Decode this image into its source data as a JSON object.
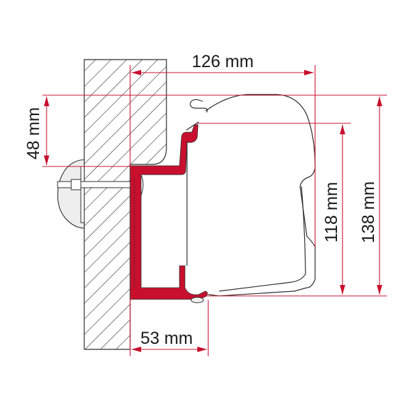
{
  "diagram": {
    "subject": "Awning adapter bracket cross-section mounted on wall",
    "colors": {
      "dimension_line": "#c8102e",
      "bracket_fill": "#c8102e",
      "outline": "#2b2b2b",
      "wall_hatch": "#2b2b2b",
      "background": "#ffffff",
      "bolt_fill": "#eeeeee"
    },
    "dimensions": {
      "top_width": {
        "label": "126 mm",
        "orientation": "horizontal"
      },
      "left_height": {
        "label": "48 mm",
        "orientation": "vertical"
      },
      "bottom_width": {
        "label": "53 mm",
        "orientation": "horizontal"
      },
      "awning_height": {
        "label": "118 mm",
        "orientation": "vertical"
      },
      "total_height": {
        "label": "138 mm",
        "orientation": "vertical"
      }
    },
    "parts": [
      {
        "name": "wall",
        "pattern": "diagonal-hatch"
      },
      {
        "name": "adapter-bracket",
        "color": "red"
      },
      {
        "name": "awning-case",
        "style": "outline"
      },
      {
        "name": "mounting-bolt",
        "style": "outline"
      }
    ]
  }
}
